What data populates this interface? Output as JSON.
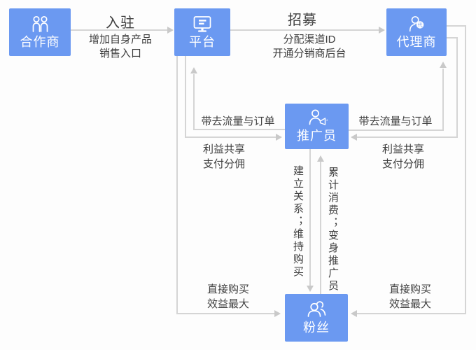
{
  "colors": {
    "node_blue": "#6b99f1",
    "node_text": "#ffffff",
    "line_gray": "#d5d5d5",
    "arrow_gray": "#c9c9c9",
    "label_text": "#3e3e3e"
  },
  "nodes": {
    "partner": {
      "label": "合作商",
      "icon": "partners-icon"
    },
    "platform": {
      "label": "平台",
      "icon": "monitor-icon"
    },
    "agent": {
      "label": "代理商",
      "icon": "agent-person-icon",
      "badge": "代"
    },
    "promoter": {
      "label": "推广员",
      "icon": "person-megaphone-icon"
    },
    "fans": {
      "label": "粉丝",
      "icon": "people-group-icon"
    }
  },
  "edges": {
    "partner_platform": {
      "title": "入驻",
      "desc": "增加自身产品\n销售入口"
    },
    "platform_agent": {
      "title": "招募",
      "desc": "分配渠道ID\n开通分销商后台"
    },
    "promoter_platform": {
      "label": "带去流量与订单"
    },
    "platform_promoter": {
      "label": "利益共享\n支付分佣"
    },
    "promoter_agent": {
      "label": "带去流量与订单"
    },
    "agent_promoter": {
      "label": "利益共享\n支付分佣"
    },
    "promoter_fans": {
      "label": "建立关系；维持购买"
    },
    "fans_promoter": {
      "label": "累计消费；变身推广员"
    },
    "platform_fans": {
      "label": "直接购买\n效益最大"
    },
    "agent_fans": {
      "label": "直接购买\n效益最大"
    }
  }
}
